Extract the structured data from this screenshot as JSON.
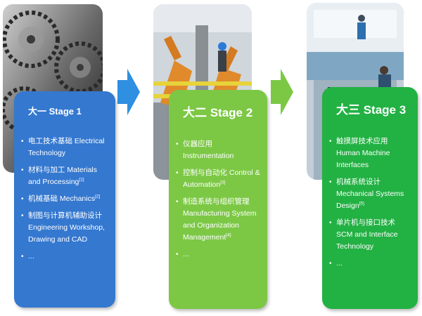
{
  "colors": {
    "stage1": "#3478d0",
    "stage2": "#7cc845",
    "stage3": "#22b143",
    "arrow_blue": "#2f8fe0",
    "arrow_green": "#7cc845"
  },
  "stages": [
    {
      "title": "大一  Stage 1",
      "items": [
        {
          "text": "电工技术基础 Electrical Technology",
          "sup": ""
        },
        {
          "text": "材料与加工 Materials and Processing",
          "sup": "[1]"
        },
        {
          "text": "机械基础 Mechanics",
          "sup": "[2]"
        },
        {
          "text": "制图与计算机辅助设计 Engineering Workshop, Drawing and CAD",
          "sup": ""
        },
        {
          "text": "...",
          "sup": ""
        }
      ]
    },
    {
      "title": "大二  Stage 2",
      "items": [
        {
          "text": "仪器应用 Instrumentation",
          "sup": ""
        },
        {
          "text": "控制与自动化  Control & Automation",
          "sup": "[3]"
        },
        {
          "text": "制造系统与组织管理 Manufacturing System and Organization Management",
          "sup": "[4]"
        },
        {
          "text": "...",
          "sup": ""
        }
      ]
    },
    {
      "title": "大三  Stage 3",
      "items": [
        {
          "text": "触摸屏技术应用 Human Machine Interfaces",
          "sup": ""
        },
        {
          "text": "机械系统设计 Mechanical Systems Design",
          "sup": "[5]"
        },
        {
          "text": "单片机与接口技术 SCM and Interface Technology",
          "sup": ""
        },
        {
          "text": "...",
          "sup": ""
        }
      ]
    }
  ]
}
